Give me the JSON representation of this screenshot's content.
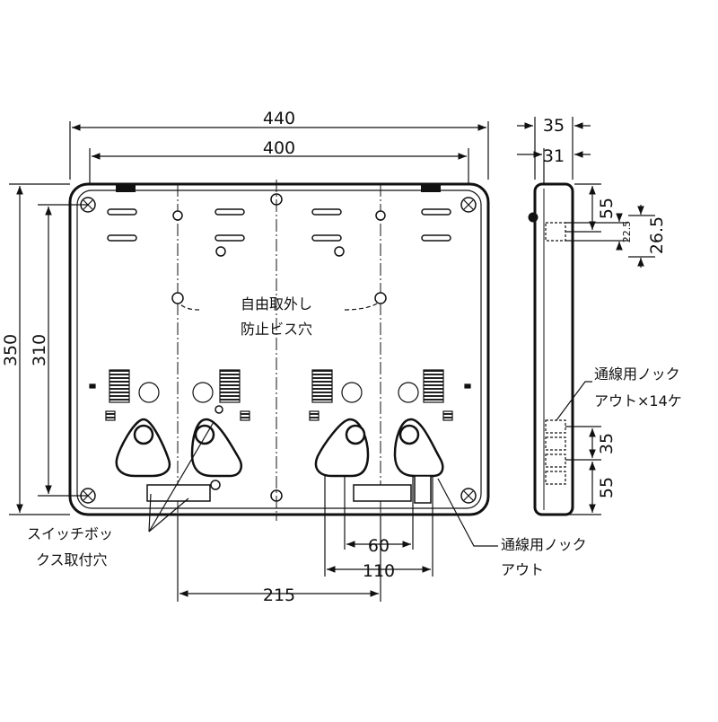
{
  "dimensions": {
    "overall_width": "440",
    "inner_width": "400",
    "overall_height": "350",
    "inner_height": "310",
    "depth_outer": "35",
    "depth_inner": "31",
    "top_55": "55",
    "small_22_5": "22.5",
    "v_26_5": "26.5",
    "side_35": "35",
    "side_55": "55",
    "bottom_60": "60",
    "bottom_110": "110",
    "bottom_215": "215"
  },
  "labels": {
    "screw_line1": "自由取外し",
    "screw_line2": "防止ビス穴",
    "knockout14_line1": "通線用ノック",
    "knockout14_line2": "アウト×14ケ",
    "switchbox_line1": "スイッチボッ",
    "switchbox_line2": "クス取付穴",
    "knockout_line1": "通線用ノック",
    "knockout_line2": "アウト"
  }
}
